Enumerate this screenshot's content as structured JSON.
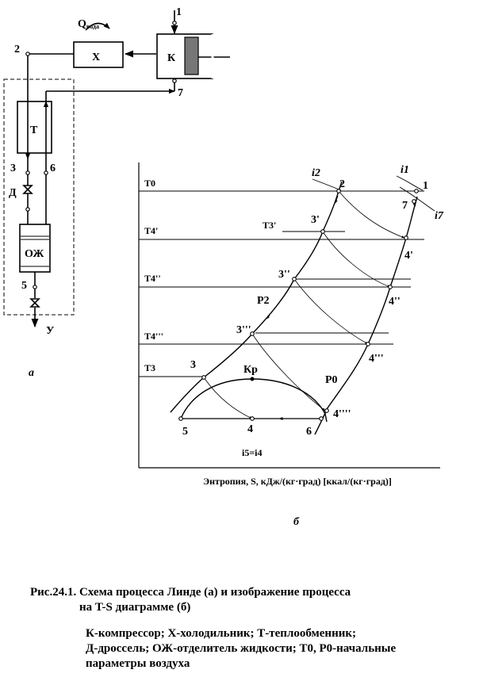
{
  "scheme": {
    "points": {
      "p1": "1",
      "p2": "2",
      "p3": "3",
      "p5": "5",
      "p6": "6",
      "p7": "7"
    },
    "cooler_label": "Х",
    "q_label": "Q",
    "q_sub": "вода",
    "compressor_label": "К",
    "exchanger_label": "Т",
    "throttle_label": "Д",
    "separator_label": "ОЖ",
    "output_label": "У",
    "panel_letter": "а"
  },
  "ts": {
    "isotherm_labels": {
      "t0": "T0",
      "t4a": "T4'",
      "t4b": "T4''",
      "t4c": "T4'''",
      "t3": "T3",
      "t3p": "T3'"
    },
    "point_labels": {
      "pt2": "2",
      "pt1": "1",
      "pt7": "7",
      "pt3a": "3'",
      "pt3b": "3''",
      "pt3c": "3'''",
      "pt3": "3",
      "pt4a": "4'",
      "pt4b": "4''",
      "pt4c": "4'''",
      "pt4d": "4''''",
      "pt5": "5",
      "pt4": "4",
      "pt6": "6"
    },
    "i2": "i2",
    "i1": "i1",
    "i7": "i7",
    "p2": "P2",
    "p0": "P0",
    "kp": "Кр",
    "i5i4": "i5=i4",
    "axis_title": "Энтропия, S, кДж/(кг·град)  [ккал/(кг·град)]",
    "panel_letter": "б"
  },
  "caption": {
    "line1": "Рис.24.1. Схема процесса Линде (а) и изображение процесса",
    "line2": "на T-S диаграмме (б)",
    "legend1": "К-компрессор; Х-холодильник; Т-теплообменник;",
    "legend2": "Д-дроссель; ОЖ-отделитель жидкости; T0, P0-начальные",
    "legend3": "параметры воздуха"
  }
}
